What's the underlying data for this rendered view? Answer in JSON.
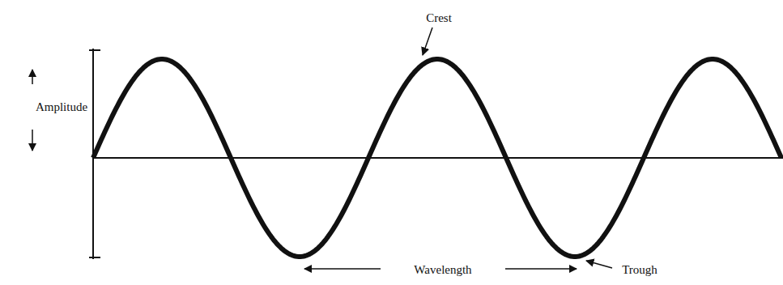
{
  "diagram": {
    "labels": [
      "Crest",
      "Amplitude",
      "Wavelength",
      "Trough"
    ]
  }
}
